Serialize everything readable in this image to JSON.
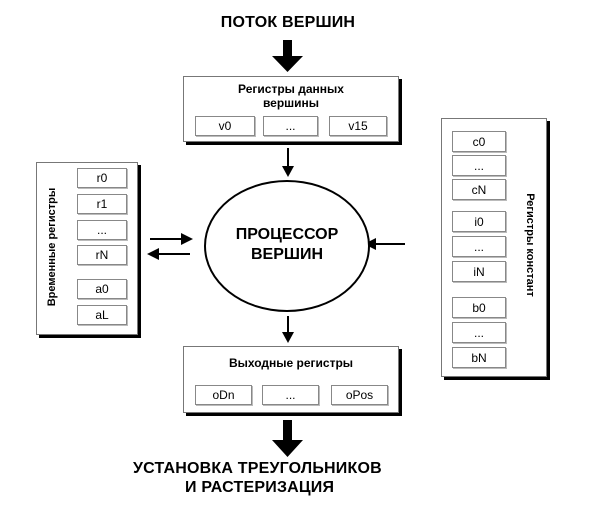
{
  "top_label": "ПОТОК ВЕРШИН",
  "vertex_registers": {
    "title_line1": "Регистры данных",
    "title_line2": "вершины",
    "cells": [
      "v0",
      "...",
      "v15"
    ]
  },
  "temp_registers": {
    "label": "Временные регистры",
    "cells": [
      "r0",
      "r1",
      "...",
      "rN",
      "a0",
      "aL"
    ]
  },
  "processor": {
    "line1": "ПРОЦЕССОР",
    "line2": "ВЕРШИН"
  },
  "const_registers": {
    "label": "Регистры констант",
    "cells": [
      "c0",
      "...",
      "cN",
      "i0",
      "...",
      "iN",
      "b0",
      "...",
      "bN"
    ]
  },
  "output_registers": {
    "title": "Выходные регистры",
    "cells": [
      "oDn",
      "...",
      "oPos"
    ]
  },
  "bottom_label_line1": "УСТАНОВКА ТРЕУГОЛЬНИКОВ",
  "bottom_label_line2": "И РАСТЕРИЗАЦИЯ"
}
